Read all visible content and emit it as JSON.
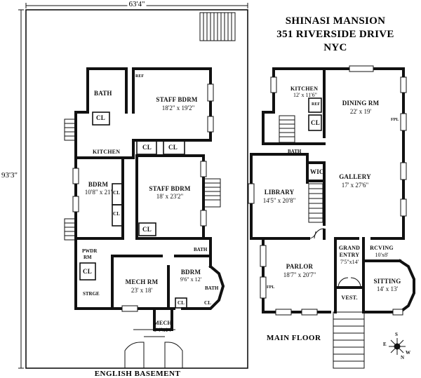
{
  "title": {
    "line1": "SHINASI MANSION",
    "line2": "351 RIVERSIDE DRIVE",
    "line3": "NYC"
  },
  "dimensions": {
    "width": "63'4\"",
    "depth": "93'3\""
  },
  "basement": {
    "caption": "ENGLISH BASEMENT",
    "rooms": {
      "bath": {
        "name": "BATH"
      },
      "cl1": {
        "name": "CL"
      },
      "kitchen": {
        "name": "KITCHEN"
      },
      "staff_bdrm_1": {
        "name": "STAFF BDRM",
        "dim": "18'2\" x 19'2\""
      },
      "cl2": {
        "name": "CL"
      },
      "cl3": {
        "name": "CL"
      },
      "bdrm": {
        "name": "BDRM",
        "dim": "10'8\" x 21'"
      },
      "staff_bdrm_2": {
        "name": "STAFF BDRM",
        "dim": "18' x 23'2\""
      },
      "cl4": {
        "name": "CL"
      },
      "cl5": {
        "name": "CL"
      },
      "cl6": {
        "name": "CL"
      },
      "pwdr_rm": {
        "name": "PWDR",
        "name2": "RM"
      },
      "cl7": {
        "name": "CL"
      },
      "strge": {
        "name": "STRGE"
      },
      "mech_rm": {
        "name": "MECH RM",
        "dim": "23' x 18'"
      },
      "bath2": {
        "name": "BATH"
      },
      "bdrm2": {
        "name": "BDRM",
        "dim": "9'6\" x 12'"
      },
      "bath3": {
        "name": "BATH"
      },
      "cl8": {
        "name": "CL"
      },
      "cl9": {
        "name": "CL"
      },
      "mech": {
        "name": "MECH",
        "dim": "8'4\"x14'"
      },
      "ref": {
        "name": "REF"
      }
    }
  },
  "main_floor": {
    "caption": "MAIN FLOOR",
    "rooms": {
      "kitchen": {
        "name": "KITCHEN",
        "dim": "12' x 11'6\""
      },
      "ref": {
        "name": "REF"
      },
      "cl": {
        "name": "CL"
      },
      "dining": {
        "name": "DINING RM",
        "dim": "22' x 19'"
      },
      "fpl1": {
        "name": "FPL"
      },
      "bath": {
        "name": "BATH"
      },
      "wic": {
        "name": "WIC"
      },
      "library": {
        "name": "LIBRARY",
        "dim": "14'5\" x 20'8\""
      },
      "gallery": {
        "name": "GALLERY",
        "dim": "17' x 27'6\""
      },
      "parlor": {
        "name": "PARLOR",
        "dim": "18'7\" x 20'7\""
      },
      "fpl2": {
        "name": "FPL"
      },
      "grand_entry": {
        "name": "GRAND",
        "name2": "ENTRY",
        "dim": "7'5\"x14'"
      },
      "rcving": {
        "name": "RCVING",
        "dim": "10'x8'"
      },
      "sitting": {
        "name": "SITTING",
        "dim": "14' x 13'"
      },
      "vest": {
        "name": "VEST."
      }
    }
  },
  "compass": {
    "n": "N",
    "s": "S",
    "e": "E",
    "w": "W"
  }
}
